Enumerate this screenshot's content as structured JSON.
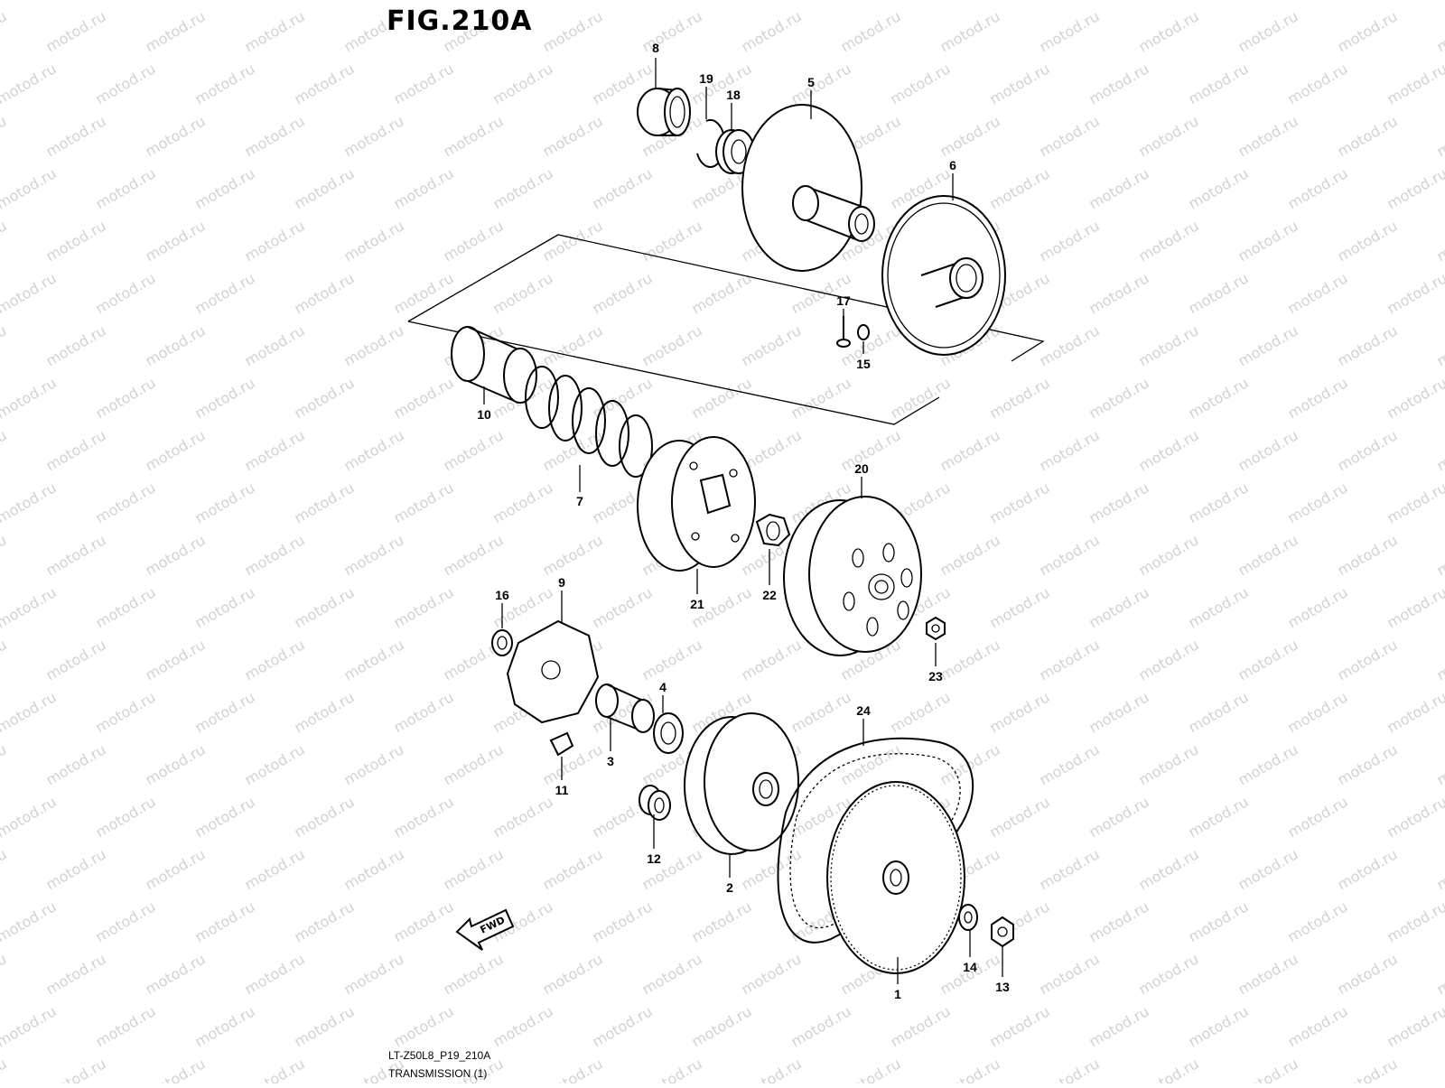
{
  "figure": {
    "title": "FIG.210A",
    "code": "LT-Z50L8_P19_210A",
    "name": "TRANSMISSION (1)"
  },
  "watermark": "motod.ru",
  "direction_arrow": {
    "label": "FWD",
    "icon": "fwd-arrow-icon"
  },
  "callouts": [
    {
      "id": "1",
      "label": "1"
    },
    {
      "id": "2",
      "label": "2"
    },
    {
      "id": "3",
      "label": "3"
    },
    {
      "id": "4",
      "label": "4"
    },
    {
      "id": "5",
      "label": "5"
    },
    {
      "id": "6",
      "label": "6"
    },
    {
      "id": "7",
      "label": "7"
    },
    {
      "id": "8",
      "label": "8"
    },
    {
      "id": "9",
      "label": "9"
    },
    {
      "id": "10",
      "label": "10"
    },
    {
      "id": "11",
      "label": "11"
    },
    {
      "id": "12",
      "label": "12"
    },
    {
      "id": "13",
      "label": "13"
    },
    {
      "id": "14",
      "label": "14"
    },
    {
      "id": "15",
      "label": "15"
    },
    {
      "id": "16",
      "label": "16"
    },
    {
      "id": "17",
      "label": "17"
    },
    {
      "id": "18",
      "label": "18"
    },
    {
      "id": "19",
      "label": "19"
    },
    {
      "id": "20",
      "label": "20"
    },
    {
      "id": "21",
      "label": "21"
    },
    {
      "id": "22",
      "label": "22"
    },
    {
      "id": "23",
      "label": "23"
    },
    {
      "id": "24",
      "label": "24"
    }
  ]
}
